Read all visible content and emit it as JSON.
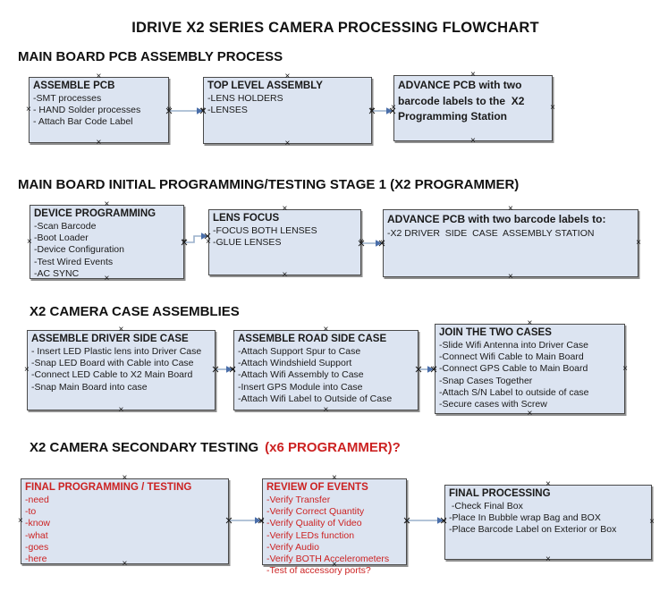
{
  "title": "IDRIVE X2  SERIES CAMERA PROCESSING FLOWCHART",
  "colors": {
    "box_fill": "#dce4f1",
    "box_border": "#4a4a4a",
    "arrow_line": "#9ab0cc",
    "arrow_head": "#4a6ea9",
    "red_text": "#cc2222"
  },
  "sections": [
    {
      "heading": "MAIN BOARD PCB ASSEMBLY PROCESS",
      "heading_accent": "",
      "boxes": [
        {
          "title": "ASSEMBLE PCB",
          "items": [
            "-SMT processes",
            "- HAND Solder processes",
            "- Attach Bar Code Label"
          ]
        },
        {
          "title": "TOP LEVEL ASSEMBLY",
          "items": [
            "-LENS HOLDERS",
            "-LENSES"
          ]
        },
        {
          "title": "ADVANCE PCB with two barcode labels to the  X2 Programming Station",
          "items": []
        }
      ]
    },
    {
      "heading": "MAIN BOARD INITIAL PROGRAMMING/TESTING STAGE 1 (X2 PROGRAMMER)",
      "heading_accent": "",
      "boxes": [
        {
          "title": "DEVICE PROGRAMMING",
          "items": [
            "-Scan Barcode",
            "-Boot Loader",
            "-Device Configuration",
            "-Test Wired Events",
            "-AC SYNC"
          ]
        },
        {
          "title": "LENS FOCUS",
          "items": [
            "-FOCUS BOTH LENSES",
            "-GLUE LENSES"
          ]
        },
        {
          "title": "ADVANCE PCB with two barcode labels to:",
          "items": [
            "-X2 DRIVER  SIDE  CASE  ASSEMBLY STATION"
          ]
        }
      ]
    },
    {
      "heading": "X2 CAMERA CASE ASSEMBLIES",
      "heading_accent": "",
      "boxes": [
        {
          "title": "ASSEMBLE DRIVER SIDE CASE",
          "items": [
            "- Insert LED Plastic lens into Driver Case",
            "-Snap LED Board with Cable into Case",
            "-Connect LED Cable to X2 Main Board",
            "-Snap Main Board into case"
          ]
        },
        {
          "title": "ASSEMBLE ROAD SIDE CASE",
          "items": [
            "-Attach Support Spur to Case",
            "-Attach Windshield Support",
            "-Attach Wifi Assembly to Case",
            "-Insert GPS Module into Case",
            "-Attach Wifi Label to Outside of Case"
          ]
        },
        {
          "title": "JOIN THE TWO CASES",
          "items": [
            "-Slide Wifi Antenna into Driver Case",
            "-Connect Wifi Cable to Main Board",
            "-Connect GPS Cable to Main Board",
            "-Snap Cases Together",
            "-Attach S/N Label to outside of case",
            "-Secure cases with Screw"
          ]
        }
      ]
    },
    {
      "heading": "X2 CAMERA SECONDARY TESTING",
      "heading_accent": "(x6 PROGRAMMER)?",
      "boxes": [
        {
          "title": "FINAL PROGRAMMING / TESTING",
          "items": [
            "-need",
            "-to",
            "-know",
            "-what",
            "-goes",
            "-here"
          ]
        },
        {
          "title": "REVIEW OF EVENTS",
          "items": [
            "-Verify Transfer",
            "-Verify Correct Quantity",
            "-Verify Quality of Video",
            "-Verify LEDs function",
            "-Verify Audio",
            "-Verify BOTH Accelerometers",
            "-Test of accessory ports?"
          ]
        },
        {
          "title": "FINAL PROCESSING",
          "items": [
            " -Check Final Box",
            "-Place In Bubble wrap Bag and BOX",
            "-Place Barcode Label on Exterior or Box"
          ]
        }
      ]
    }
  ]
}
